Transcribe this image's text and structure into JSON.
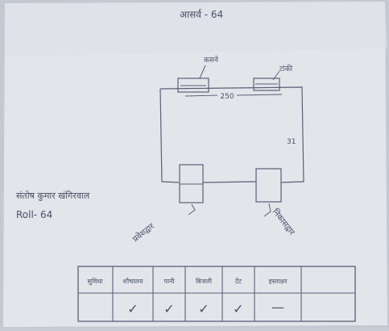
{
  "title": "आसर्व - 64",
  "diagram": {
    "top_left_label": "कसने",
    "top_right_label": "टांकी",
    "top_dimension": "250",
    "right_dimension": "31",
    "bottom_left_label": "प्रवेशद्वार",
    "bottom_right_label": "निकासद्वार"
  },
  "author": {
    "name": "संतोष कुमार खंगिरवाल",
    "roll": "Roll- 64"
  },
  "table": {
    "headers": [
      "सुविधा",
      "शौचालय",
      "पानी",
      "बिजली",
      "टेंट",
      "हस्ताक्षर"
    ],
    "row": [
      "",
      "✓",
      "✓",
      "✓",
      "✓",
      "—"
    ]
  }
}
